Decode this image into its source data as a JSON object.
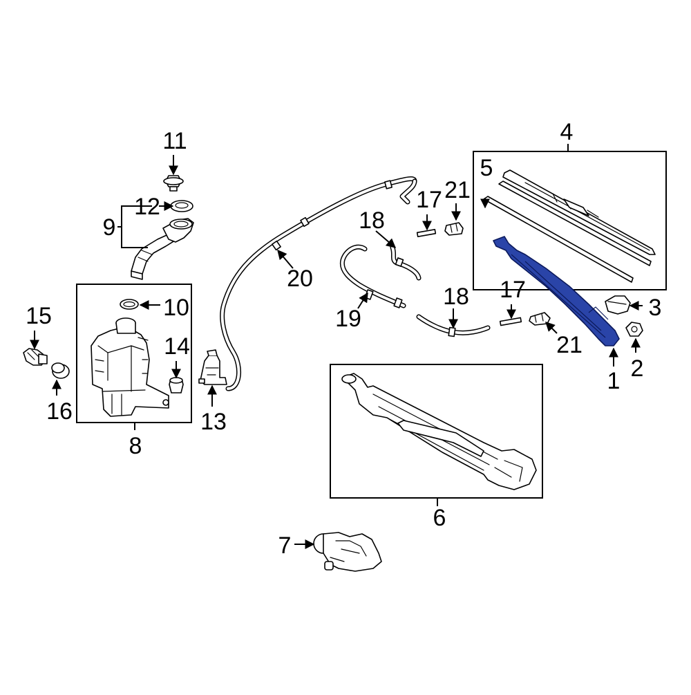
{
  "callouts": {
    "c1": "1",
    "c2": "2",
    "c3": "3",
    "c4": "4",
    "c5": "5",
    "c6": "6",
    "c7": "7",
    "c8": "8",
    "c9": "9",
    "c10": "10",
    "c11": "11",
    "c12": "12",
    "c13": "13",
    "c14": "14",
    "c15": "15",
    "c16": "16",
    "c17a": "17",
    "c17b": "17",
    "c18a": "18",
    "c18b": "18",
    "c19": "19",
    "c20": "20",
    "c21a": "21",
    "c21b": "21"
  },
  "highlight_color": "#2a44a8"
}
